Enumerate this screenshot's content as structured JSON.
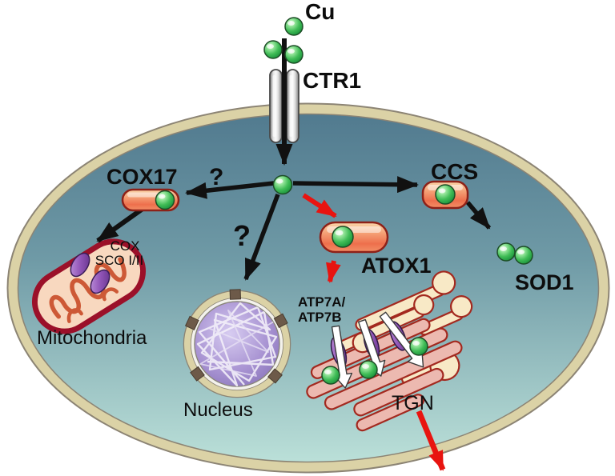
{
  "diagram": {
    "type": "cell-copper-trafficking-pathway",
    "labels": {
      "cu": "Cu",
      "ctr1": "CTR1",
      "cox17": "COX17",
      "cox17_question": "?",
      "nucleus_question": "?",
      "ccs": "CCS",
      "sod1": "SOD1",
      "atox1": "ATOX1",
      "cox": "COX",
      "sco": "SCO I/II",
      "mitochondria": "Mitochondria",
      "nucleus": "Nucleus",
      "atp7_line1": "ATP7A/",
      "atp7_line2": "ATP7B",
      "tgn": "TGN"
    },
    "colors": {
      "background": "#ffffff",
      "membrane": "#dbd2a6",
      "membrane_outline": "#8c8474",
      "cytoplasm_top": "#50798e",
      "cytoplasm_bottom": "#bde2da",
      "copper_ion_green": "#41bd57",
      "chaperone_capsule_orange": "#ee6f4c",
      "capsule_outline": "#8e2118",
      "black_arrow": "#111111",
      "red_arrow": "#e81410",
      "mitochondria_outline": "#9b1029",
      "mitochondria_fill": "#f8d8bf",
      "cristae_orange": "#cd5936",
      "nucleus_purple": "#a893d2",
      "nuclear_pore_brown": "#6d5a49",
      "golgi_pink": "#ecb9b0",
      "golgi_cream": "#f8e9c6",
      "transporter_purple": "#9256b8",
      "channel_gray": "#dedede"
    }
  }
}
